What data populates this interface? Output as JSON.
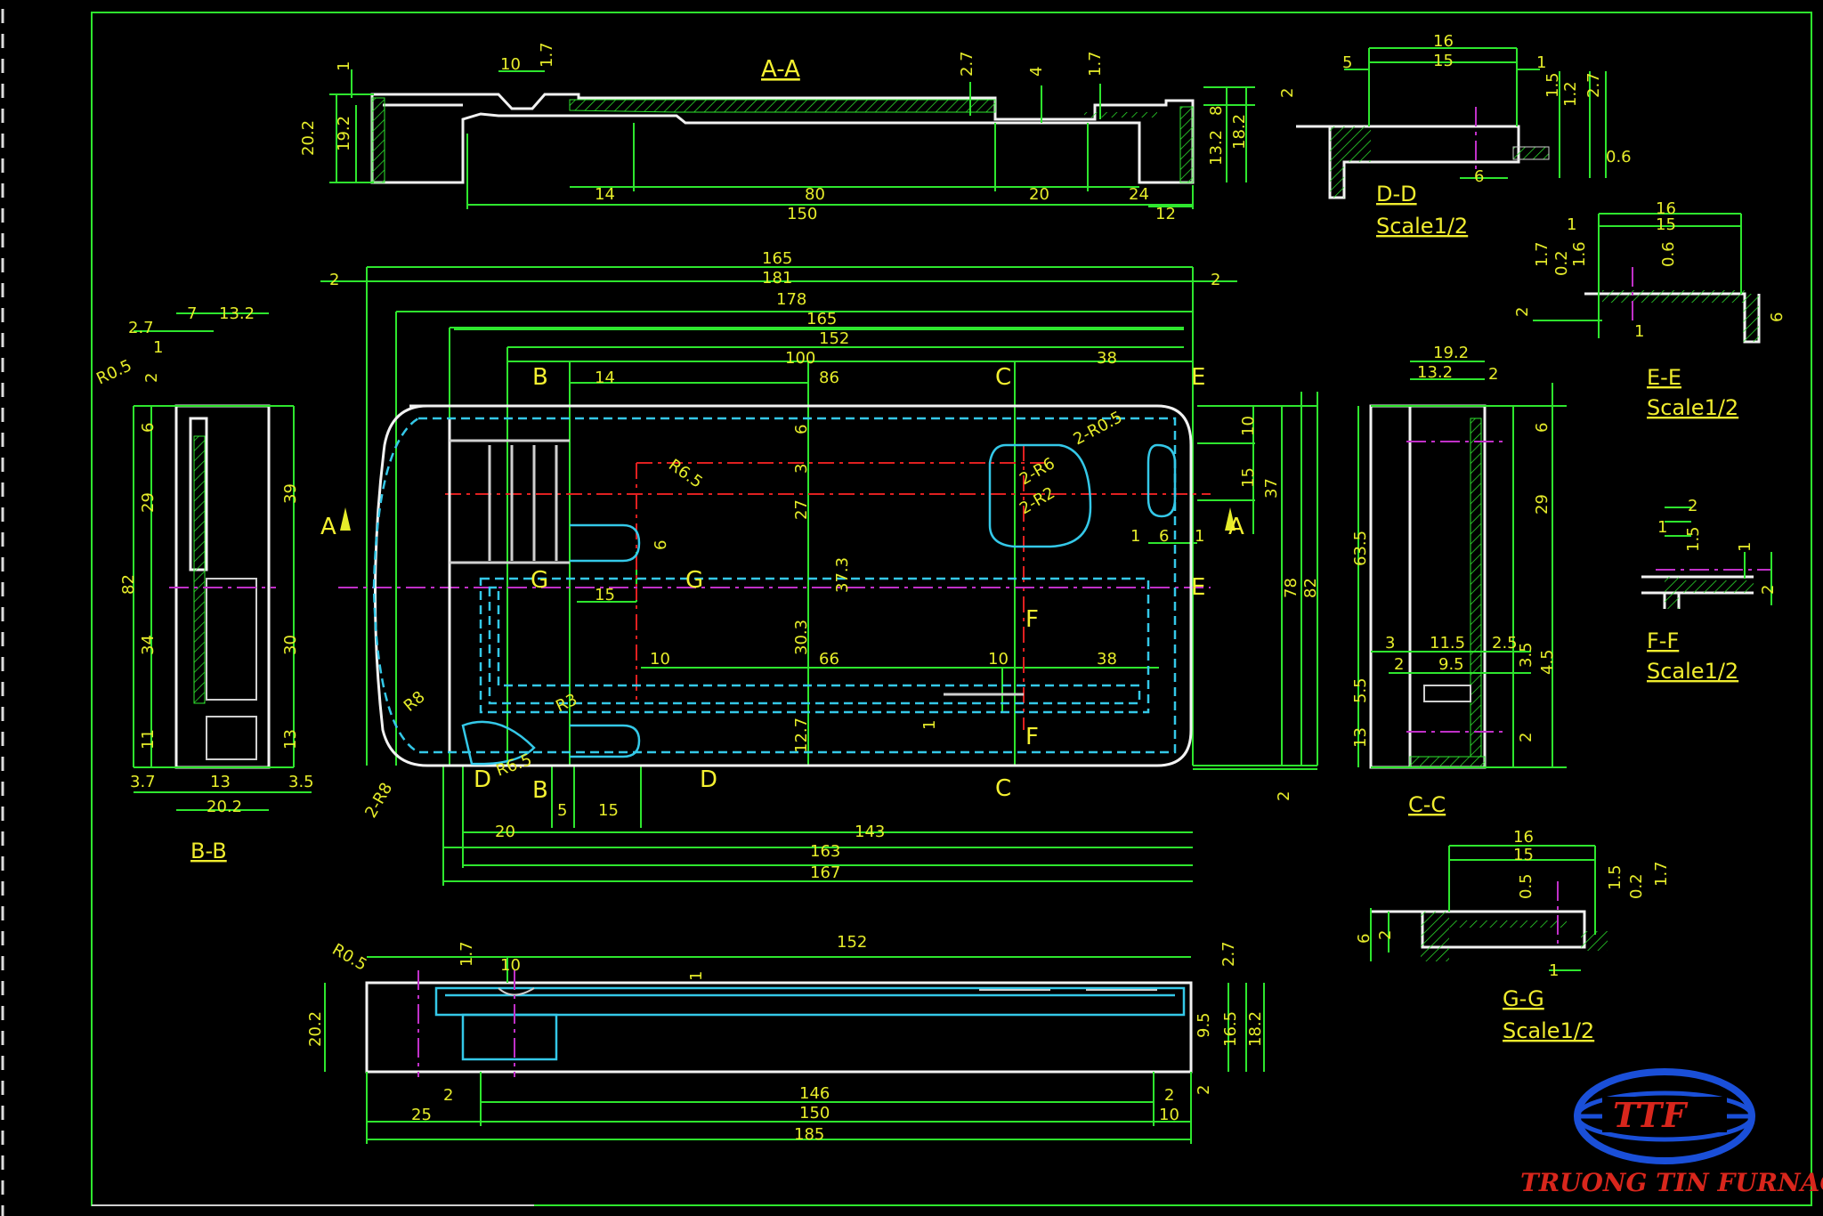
{
  "views": {
    "aa": {
      "title": "A-A"
    },
    "bb": {
      "title": "B-B"
    },
    "cc": {
      "title": "C-C"
    },
    "dd": {
      "title": "D-D",
      "scale": "Scale1/2"
    },
    "ee": {
      "title": "E-E",
      "scale": "Scale1/2"
    },
    "ff": {
      "title": "F-F",
      "scale": "Scale1/2"
    },
    "gg": {
      "title": "G-G",
      "scale": "Scale1/2"
    }
  },
  "section_markers": {
    "a": "A",
    "b": "B",
    "c": "C",
    "d": "D",
    "e": "E",
    "f": "F",
    "g": "G"
  },
  "dims": {
    "aa": [
      "10",
      "1.7",
      "2.7",
      "4",
      "1.7",
      "1",
      "20.2",
      "19.2",
      "8",
      "13.2",
      "18.2",
      "14",
      "80",
      "20",
      "24",
      "150",
      "12"
    ],
    "plan": [
      "165",
      "181",
      "178",
      "165",
      "152",
      "100",
      "38",
      "14",
      "86",
      "2",
      "2",
      "6",
      "10",
      "15",
      "37",
      "78",
      "82",
      "3",
      "27",
      "37.3",
      "30.3",
      "12.7",
      "15",
      "10",
      "66",
      "10",
      "38",
      "6",
      "1",
      "20",
      "5",
      "15",
      "143",
      "163",
      "167",
      "1",
      "6",
      "1",
      "2"
    ],
    "radii": [
      "R0.5",
      "R6.5",
      "2-R6",
      "2-R2",
      "2-R0.5",
      "R8",
      "R3",
      "R6.5",
      "2-R8"
    ],
    "bb": [
      "2.7",
      "7",
      "13.2",
      "1",
      "2",
      "6",
      "29",
      "82",
      "34",
      "11",
      "39",
      "30",
      "13",
      "3.7",
      "13",
      "3.5",
      "20.2"
    ],
    "cc": [
      "19.2",
      "13.2",
      "2",
      "6",
      "29",
      "63.5",
      "3",
      "11.5",
      "2.5",
      "2",
      "9.5",
      "3.5",
      "4.5",
      "5.5",
      "13",
      "2"
    ],
    "dd": [
      "16",
      "5",
      "15",
      "1",
      "2",
      "1.5",
      "1.2",
      "2.7",
      "6",
      "0.6"
    ],
    "ee": [
      "16",
      "1",
      "15",
      "1.7",
      "0.2",
      "1.6",
      "0.6",
      "2",
      "1",
      "6"
    ],
    "ff": [
      "2",
      "1",
      "1.5",
      "1",
      "2"
    ],
    "gg": [
      "16",
      "15",
      "1.5",
      "0.5",
      "0.2",
      "1.7",
      "6",
      "2",
      "1"
    ],
    "bottom": [
      "R0.5",
      "1.7",
      "10",
      "152",
      "1",
      "2.7",
      "20.2",
      "9.5",
      "16.5",
      "18.2",
      "2",
      "146",
      "2",
      "25",
      "150",
      "10",
      "185",
      "2"
    ]
  },
  "logo": {
    "mark": "TTF",
    "company": "TRUONG TIN FURNACE"
  },
  "colors": {
    "background": "#000000",
    "dimension": "#2ee62e",
    "outline": "#f2f2f2",
    "hidden": "#34c8e8",
    "centerline": "#e02020",
    "text": "#e6ec2a",
    "logo": "#1a4fd8"
  }
}
